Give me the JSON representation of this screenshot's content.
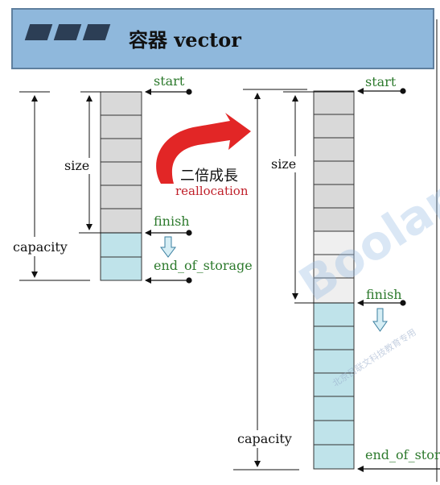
{
  "header": {
    "title": "容器 vector"
  },
  "left_vector": {
    "labels": {
      "start": "start",
      "finish": "finish",
      "end_of_storage": "end_of_storage",
      "size": "size",
      "capacity": "capacity"
    },
    "used_slots": 6,
    "spare_slots": 2
  },
  "growth": {
    "text_cn": "二倍成長",
    "text_en": "reallocation"
  },
  "right_vector": {
    "labels": {
      "start": "start",
      "finish": "finish",
      "end_of_storage": "end_of_stor",
      "size": "size",
      "capacity": "capacity"
    },
    "old_data_slots": 6,
    "new_empty_slots": 3,
    "spare_slots": 7
  },
  "watermark": {
    "text": "Boolan",
    "small_text": "北京吕联文科技教育专用"
  },
  "colors": {
    "header_bg": "#8fb8dc",
    "used": "#d9d9d9",
    "copied": "#efefef",
    "spare": "#bfe3ea",
    "label_green": "#2d7a2d",
    "arrow_red": "#e22626"
  }
}
